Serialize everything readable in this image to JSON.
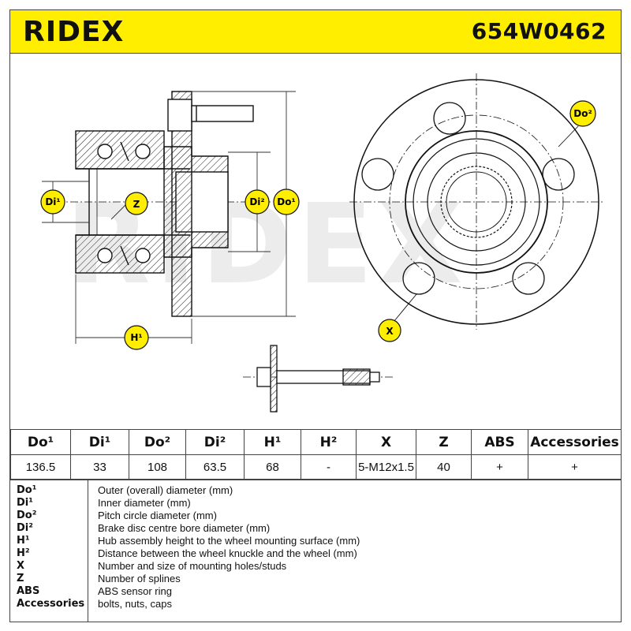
{
  "header": {
    "brand": "RIDEX",
    "part_number": "654W0462",
    "accent_color": "#ffee00"
  },
  "drawing": {
    "watermark": "RIDEX",
    "labels": {
      "di1": "Di¹",
      "z": "Z",
      "di2": "Di²",
      "do1": "Do¹",
      "h1": "H¹",
      "do2": "Do²",
      "x": "X"
    }
  },
  "spec_table": {
    "headers": [
      "Do¹",
      "Di¹",
      "Do²",
      "Di²",
      "H¹",
      "H²",
      "X",
      "Z",
      "ABS",
      "Accessories"
    ],
    "values": [
      "136.5",
      "33",
      "108",
      "63.5",
      "68",
      "-",
      "5-M12x1.5",
      "40",
      "+",
      "+"
    ]
  },
  "legend": [
    {
      "key": "Do¹",
      "desc": "Outer (overall) diameter (mm)"
    },
    {
      "key": "Di¹",
      "desc": "Inner diameter (mm)"
    },
    {
      "key": "Do²",
      "desc": "Pitch circle diameter (mm)"
    },
    {
      "key": "Di²",
      "desc": "Brake disc centre bore diameter (mm)"
    },
    {
      "key": "H¹",
      "desc": "Hub assembly height to the wheel mounting surface (mm)"
    },
    {
      "key": "H²",
      "desc": "Distance between the wheel knuckle and the wheel (mm)"
    },
    {
      "key": "X",
      "desc": "Number and size of mounting holes/studs"
    },
    {
      "key": "Z",
      "desc": "Number of splines"
    },
    {
      "key": "ABS",
      "desc": "ABS sensor ring"
    },
    {
      "key": "Accessories",
      "desc": "bolts, nuts, caps"
    }
  ]
}
